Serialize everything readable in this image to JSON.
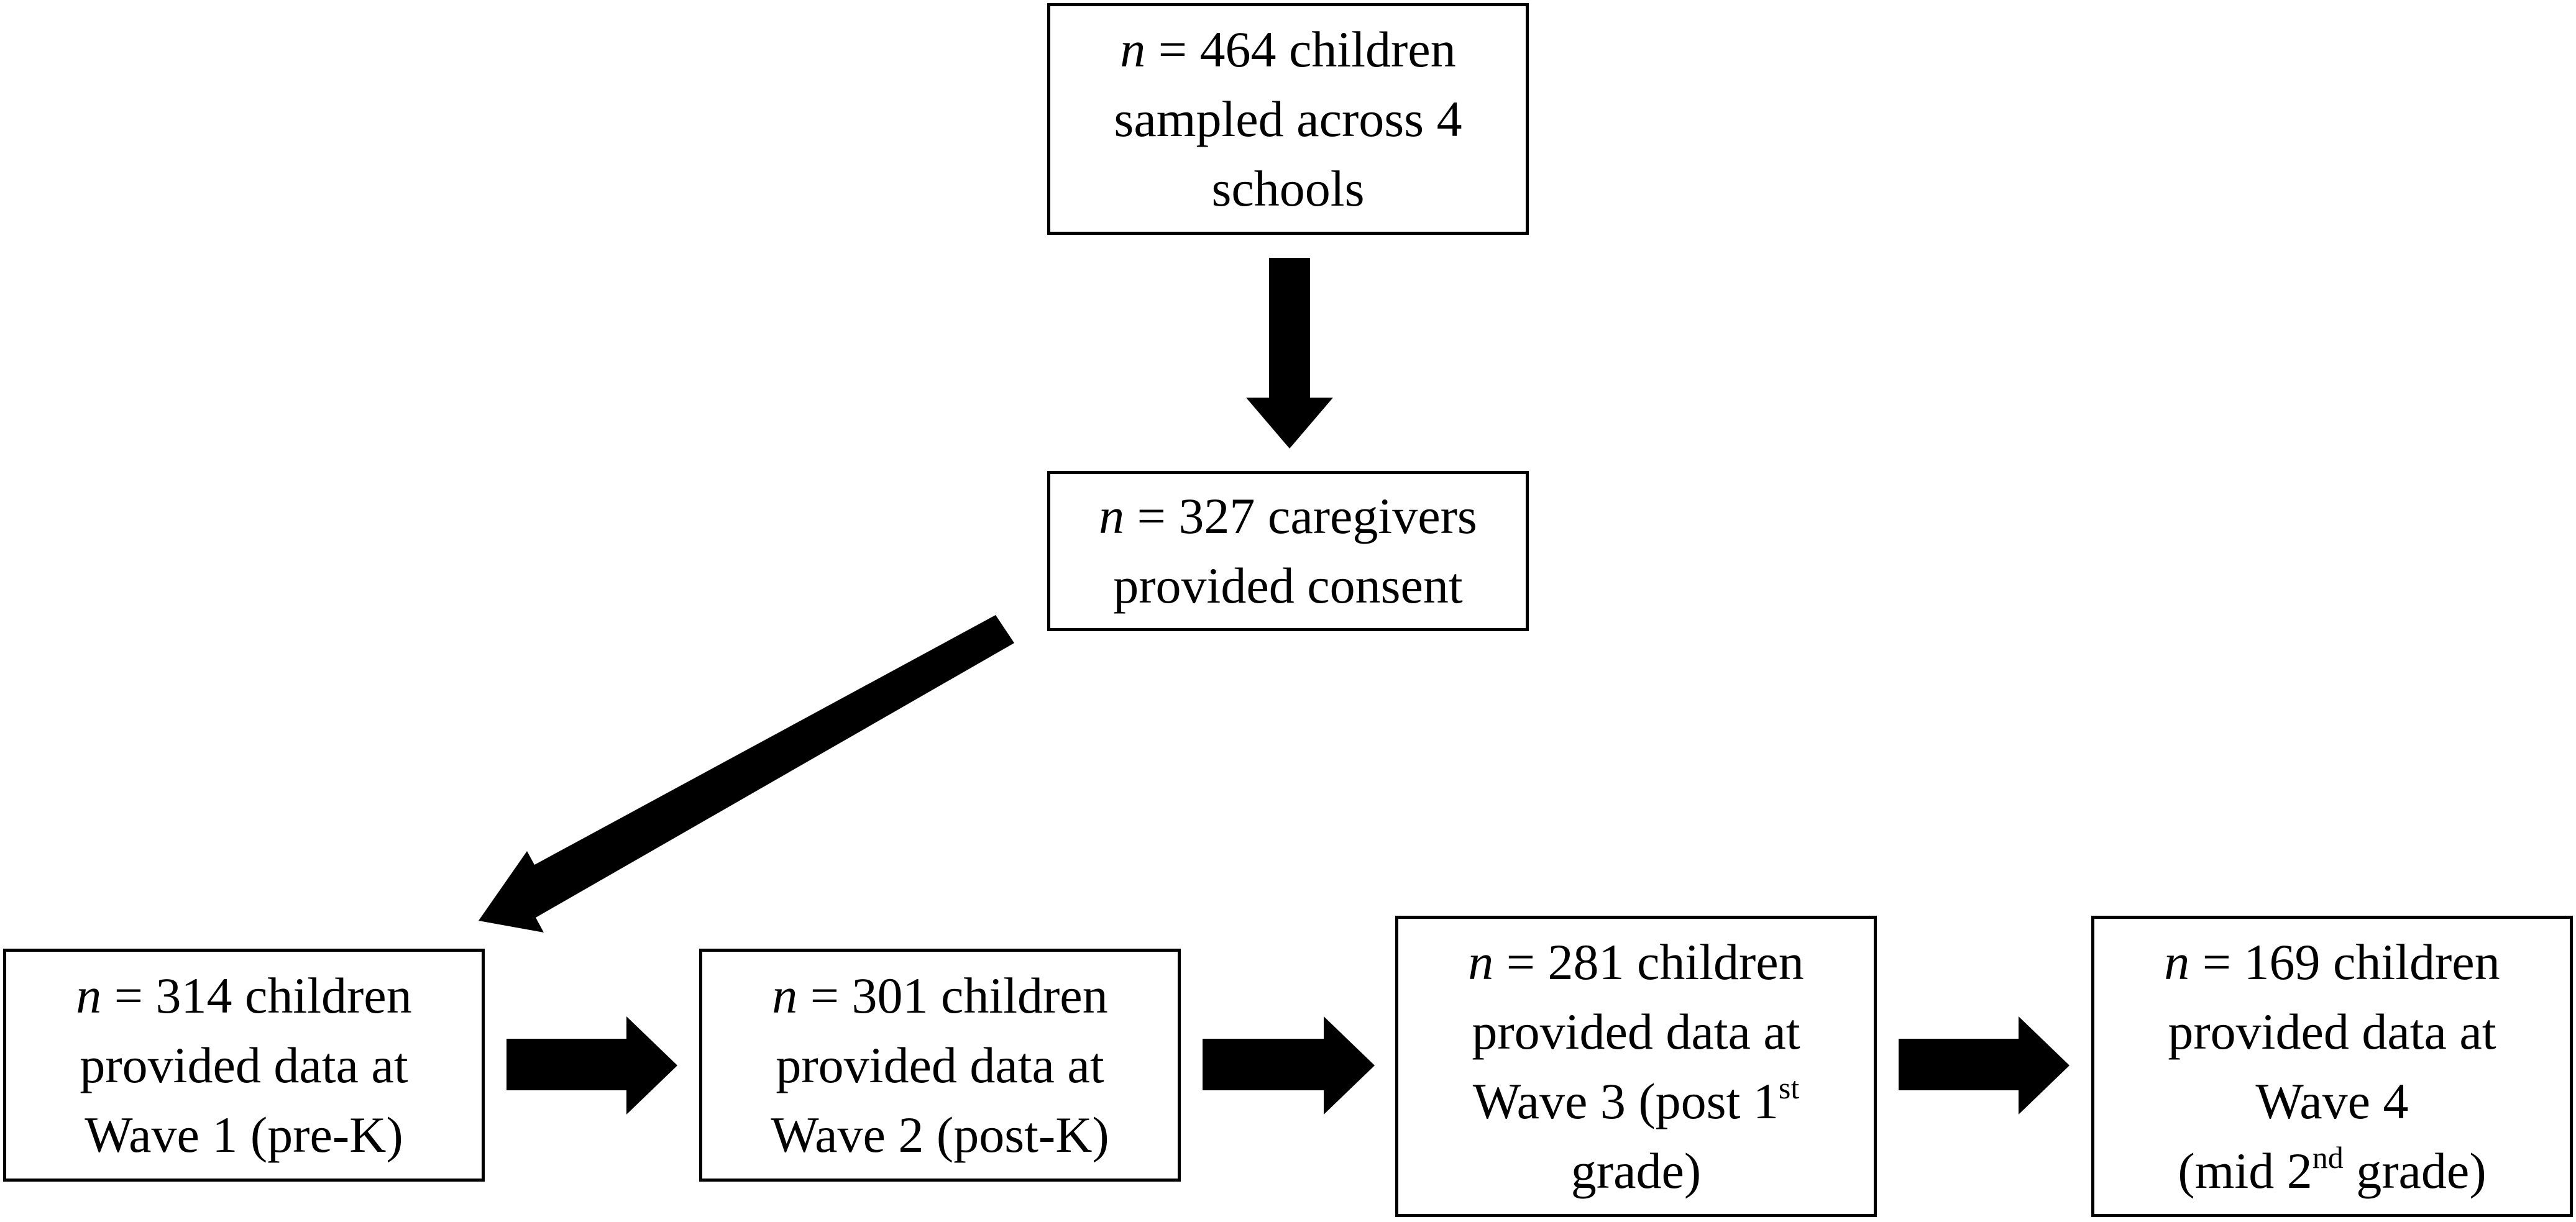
{
  "diagram": {
    "type": "flowchart",
    "colors": {
      "box_border": "#000000",
      "arrow_fill": "#000000",
      "background": "#ffffff",
      "text": "#000000"
    },
    "nodes": {
      "sampled": {
        "n_symbol": "n",
        "line1_rest": " = 464 children",
        "line2": "sampled across 4",
        "line3": "schools"
      },
      "consent": {
        "n_symbol": "n",
        "line1_rest": " = 327 caregivers",
        "line2": "provided consent"
      },
      "wave1": {
        "n_symbol": "n",
        "line1_rest": " = 314 children",
        "line2": "provided data at",
        "line3": "Wave 1 (pre-K)"
      },
      "wave2": {
        "n_symbol": "n",
        "line1_rest": " = 301 children",
        "line2": "provided data at",
        "line3": "Wave 2 (post-K)"
      },
      "wave3": {
        "n_symbol": "n",
        "line1_rest": " = 281 children",
        "line2": "provided data at",
        "line3_pre": "Wave 3 (post 1",
        "line3_sup": "st",
        "line4": "grade)"
      },
      "wave4": {
        "n_symbol": "n",
        "line1_rest": " = 169 children",
        "line2": "provided data at",
        "line3": "Wave 4",
        "line4_pre": "(mid 2",
        "line4_sup": "nd",
        "line4_post": " grade)"
      }
    },
    "edges": [
      {
        "from": "sampled",
        "to": "consent",
        "icon": "arrow-down-icon"
      },
      {
        "from": "consent",
        "to": "wave1",
        "icon": "arrow-diagonal-icon"
      },
      {
        "from": "wave1",
        "to": "wave2",
        "icon": "arrow-right-icon"
      },
      {
        "from": "wave2",
        "to": "wave3",
        "icon": "arrow-right-icon"
      },
      {
        "from": "wave3",
        "to": "wave4",
        "icon": "arrow-right-icon"
      }
    ]
  }
}
